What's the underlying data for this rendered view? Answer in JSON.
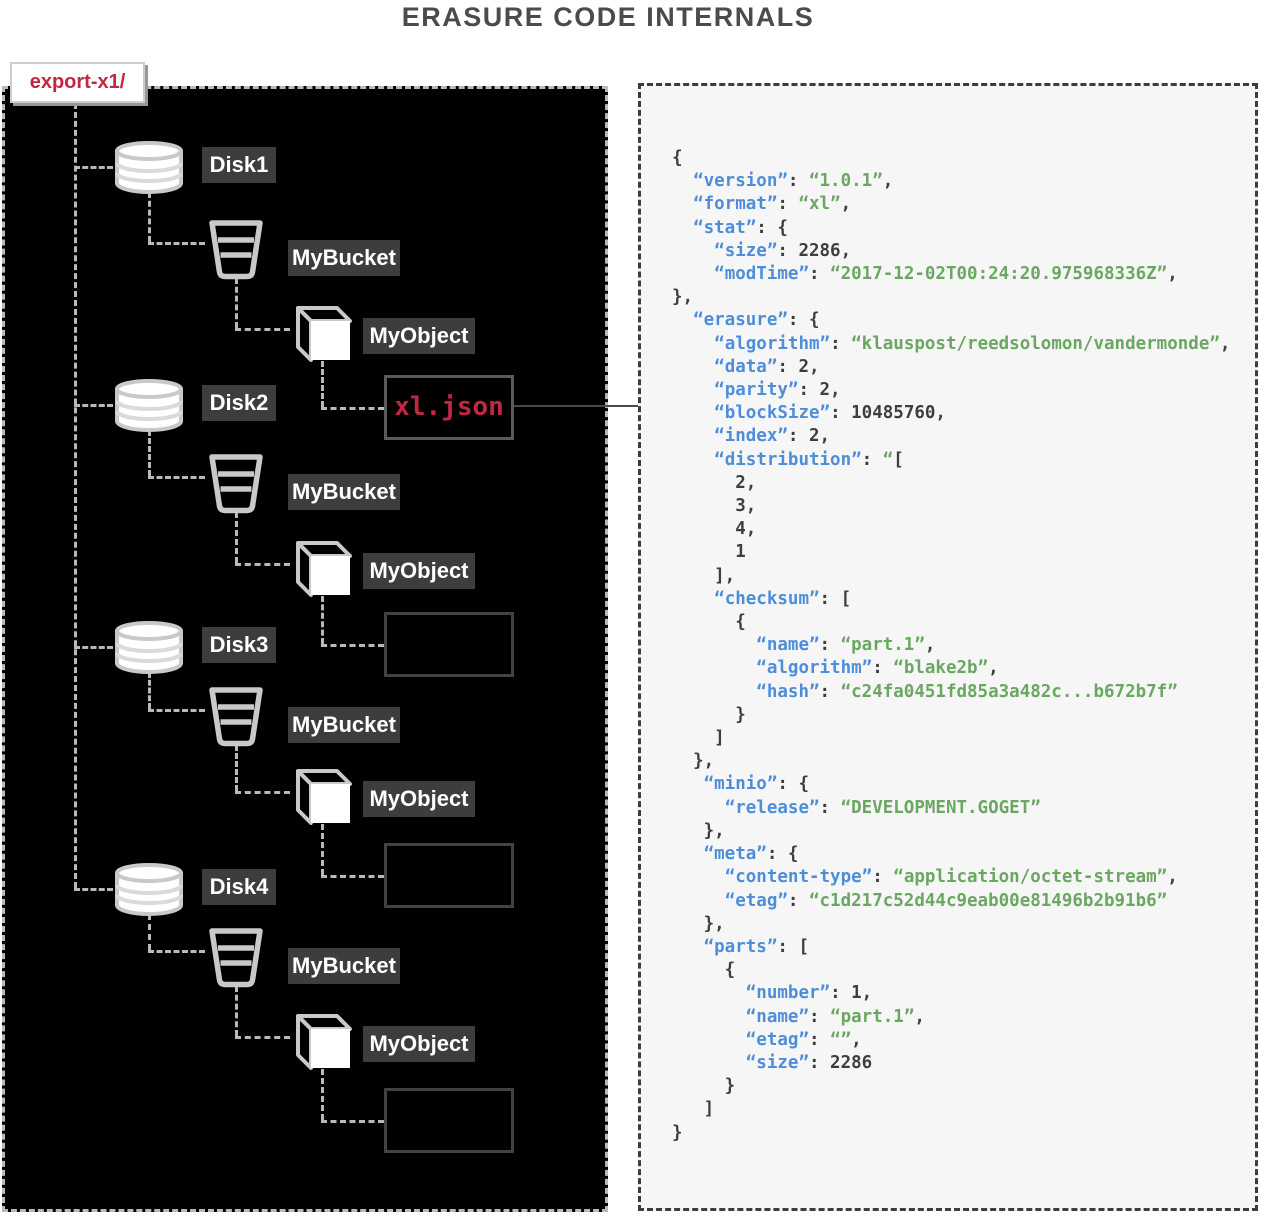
{
  "title": "ERASURE CODE INTERNALS",
  "tree": {
    "root_label": "export-x1/",
    "bucket_label": "MyBucket",
    "object_label": "MyObject",
    "file_label": "xl.json",
    "disks": [
      {
        "label": "Disk1",
        "has_file_label": true
      },
      {
        "label": "Disk2",
        "has_file_label": false
      },
      {
        "label": "Disk3",
        "has_file_label": false
      },
      {
        "label": "Disk4",
        "has_file_label": false
      }
    ]
  },
  "colors": {
    "accent_red": "#c22742",
    "key_blue": "#4e8ed8",
    "string_green": "#6aa761",
    "code_dark": "#3e3e3e",
    "label_bg": "#3d3d3d",
    "dash_gray": "#b9b9b9",
    "icon_gray": "#c9c9c9",
    "panel_bg": "#f6f6f6",
    "panel_border": "#3d3d3d"
  },
  "json_panel": {
    "lines": [
      [
        {
          "c": "p",
          "t": "{"
        }
      ],
      [
        {
          "c": "p",
          "t": "  "
        },
        {
          "c": "k",
          "t": "“version”"
        },
        {
          "c": "p",
          "t": ": "
        },
        {
          "c": "s",
          "t": "“1.0.1”"
        },
        {
          "c": "p",
          "t": ","
        }
      ],
      [
        {
          "c": "p",
          "t": "  "
        },
        {
          "c": "k",
          "t": "“format”"
        },
        {
          "c": "p",
          "t": ": "
        },
        {
          "c": "s",
          "t": "“xl”"
        },
        {
          "c": "p",
          "t": ","
        }
      ],
      [
        {
          "c": "p",
          "t": "  "
        },
        {
          "c": "k",
          "t": "“stat”"
        },
        {
          "c": "p",
          "t": ": {"
        }
      ],
      [
        {
          "c": "p",
          "t": "    "
        },
        {
          "c": "k",
          "t": "“size”"
        },
        {
          "c": "p",
          "t": ": 2286,"
        }
      ],
      [
        {
          "c": "p",
          "t": "    "
        },
        {
          "c": "k",
          "t": "“modTime”"
        },
        {
          "c": "p",
          "t": ": "
        },
        {
          "c": "s",
          "t": "“2017-12-02T00:24:20.975968336Z”"
        },
        {
          "c": "p",
          "t": ","
        }
      ],
      [
        {
          "c": "p",
          "t": "},"
        }
      ],
      [
        {
          "c": "p",
          "t": "  "
        },
        {
          "c": "k",
          "t": "“erasure”"
        },
        {
          "c": "p",
          "t": ": {"
        }
      ],
      [
        {
          "c": "p",
          "t": "    "
        },
        {
          "c": "k",
          "t": "“algorithm”"
        },
        {
          "c": "p",
          "t": ": "
        },
        {
          "c": "s",
          "t": "“klauspost/reedsolomon/vandermonde”"
        },
        {
          "c": "p",
          "t": ","
        }
      ],
      [
        {
          "c": "p",
          "t": "    "
        },
        {
          "c": "k",
          "t": "“data”"
        },
        {
          "c": "p",
          "t": ": 2,"
        }
      ],
      [
        {
          "c": "p",
          "t": "    "
        },
        {
          "c": "k",
          "t": "“parity”"
        },
        {
          "c": "p",
          "t": ": 2,"
        }
      ],
      [
        {
          "c": "p",
          "t": "    "
        },
        {
          "c": "k",
          "t": "“blockSize”"
        },
        {
          "c": "p",
          "t": ": 10485760,"
        }
      ],
      [
        {
          "c": "p",
          "t": "    "
        },
        {
          "c": "k",
          "t": "“index”"
        },
        {
          "c": "p",
          "t": ": 2,"
        }
      ],
      [
        {
          "c": "p",
          "t": "    "
        },
        {
          "c": "k",
          "t": "“distribution”"
        },
        {
          "c": "p",
          "t": ": "
        },
        {
          "c": "s",
          "t": "“"
        },
        {
          "c": "p",
          "t": "["
        }
      ],
      [
        {
          "c": "p",
          "t": "      2,"
        }
      ],
      [
        {
          "c": "p",
          "t": "      3,"
        }
      ],
      [
        {
          "c": "p",
          "t": "      4,"
        }
      ],
      [
        {
          "c": "p",
          "t": "      1"
        }
      ],
      [
        {
          "c": "p",
          "t": "    ],"
        }
      ],
      [
        {
          "c": "p",
          "t": "    "
        },
        {
          "c": "k",
          "t": "“checksum”"
        },
        {
          "c": "p",
          "t": ": ["
        }
      ],
      [
        {
          "c": "p",
          "t": "      {"
        }
      ],
      [
        {
          "c": "p",
          "t": "        "
        },
        {
          "c": "k",
          "t": "“name”"
        },
        {
          "c": "p",
          "t": ": "
        },
        {
          "c": "s",
          "t": "“part.1”"
        },
        {
          "c": "p",
          "t": ","
        }
      ],
      [
        {
          "c": "p",
          "t": "        "
        },
        {
          "c": "k",
          "t": "“algorithm”"
        },
        {
          "c": "p",
          "t": ": "
        },
        {
          "c": "s",
          "t": "“blake2b”"
        },
        {
          "c": "p",
          "t": ","
        }
      ],
      [
        {
          "c": "p",
          "t": "        "
        },
        {
          "c": "k",
          "t": "“hash”"
        },
        {
          "c": "p",
          "t": ": "
        },
        {
          "c": "s",
          "t": "“c24fa0451fd85a3a482c...b672b7f”"
        }
      ],
      [
        {
          "c": "p",
          "t": "      }"
        }
      ],
      [
        {
          "c": "p",
          "t": "    ]"
        }
      ],
      [
        {
          "c": "p",
          "t": "  },"
        }
      ],
      [
        {
          "c": "p",
          "t": "   "
        },
        {
          "c": "k",
          "t": "“minio”"
        },
        {
          "c": "p",
          "t": ": {"
        }
      ],
      [
        {
          "c": "p",
          "t": "     "
        },
        {
          "c": "k",
          "t": "“release”"
        },
        {
          "c": "p",
          "t": ": "
        },
        {
          "c": "s",
          "t": "“DEVELOPMENT.GOGET”"
        }
      ],
      [
        {
          "c": "p",
          "t": "   },"
        }
      ],
      [
        {
          "c": "p",
          "t": "   "
        },
        {
          "c": "k",
          "t": "“meta”"
        },
        {
          "c": "p",
          "t": ": {"
        }
      ],
      [
        {
          "c": "p",
          "t": "     "
        },
        {
          "c": "k",
          "t": "“content-type”"
        },
        {
          "c": "p",
          "t": ": "
        },
        {
          "c": "s",
          "t": "“application/octet-stream”"
        },
        {
          "c": "p",
          "t": ","
        }
      ],
      [
        {
          "c": "p",
          "t": "     "
        },
        {
          "c": "k",
          "t": "“etag”"
        },
        {
          "c": "p",
          "t": ": "
        },
        {
          "c": "s",
          "t": "“c1d217c52d44c9eab00e81496b2b91b6”"
        }
      ],
      [
        {
          "c": "p",
          "t": "   },"
        }
      ],
      [
        {
          "c": "p",
          "t": "   "
        },
        {
          "c": "k",
          "t": "“parts”"
        },
        {
          "c": "p",
          "t": ": ["
        }
      ],
      [
        {
          "c": "p",
          "t": "     {"
        }
      ],
      [
        {
          "c": "p",
          "t": "       "
        },
        {
          "c": "k",
          "t": "“number”"
        },
        {
          "c": "p",
          "t": ": 1,"
        }
      ],
      [
        {
          "c": "p",
          "t": "       "
        },
        {
          "c": "k",
          "t": "“name”"
        },
        {
          "c": "p",
          "t": ": "
        },
        {
          "c": "s",
          "t": "“part.1”"
        },
        {
          "c": "p",
          "t": ","
        }
      ],
      [
        {
          "c": "p",
          "t": "       "
        },
        {
          "c": "k",
          "t": "“etag”"
        },
        {
          "c": "p",
          "t": ": "
        },
        {
          "c": "s",
          "t": "“”"
        },
        {
          "c": "p",
          "t": ","
        }
      ],
      [
        {
          "c": "p",
          "t": "       "
        },
        {
          "c": "k",
          "t": "“size”"
        },
        {
          "c": "p",
          "t": ": 2286"
        }
      ],
      [
        {
          "c": "p",
          "t": "     }"
        }
      ],
      [
        {
          "c": "p",
          "t": "   ]"
        }
      ],
      [
        {
          "c": "p",
          "t": "}"
        }
      ]
    ]
  }
}
